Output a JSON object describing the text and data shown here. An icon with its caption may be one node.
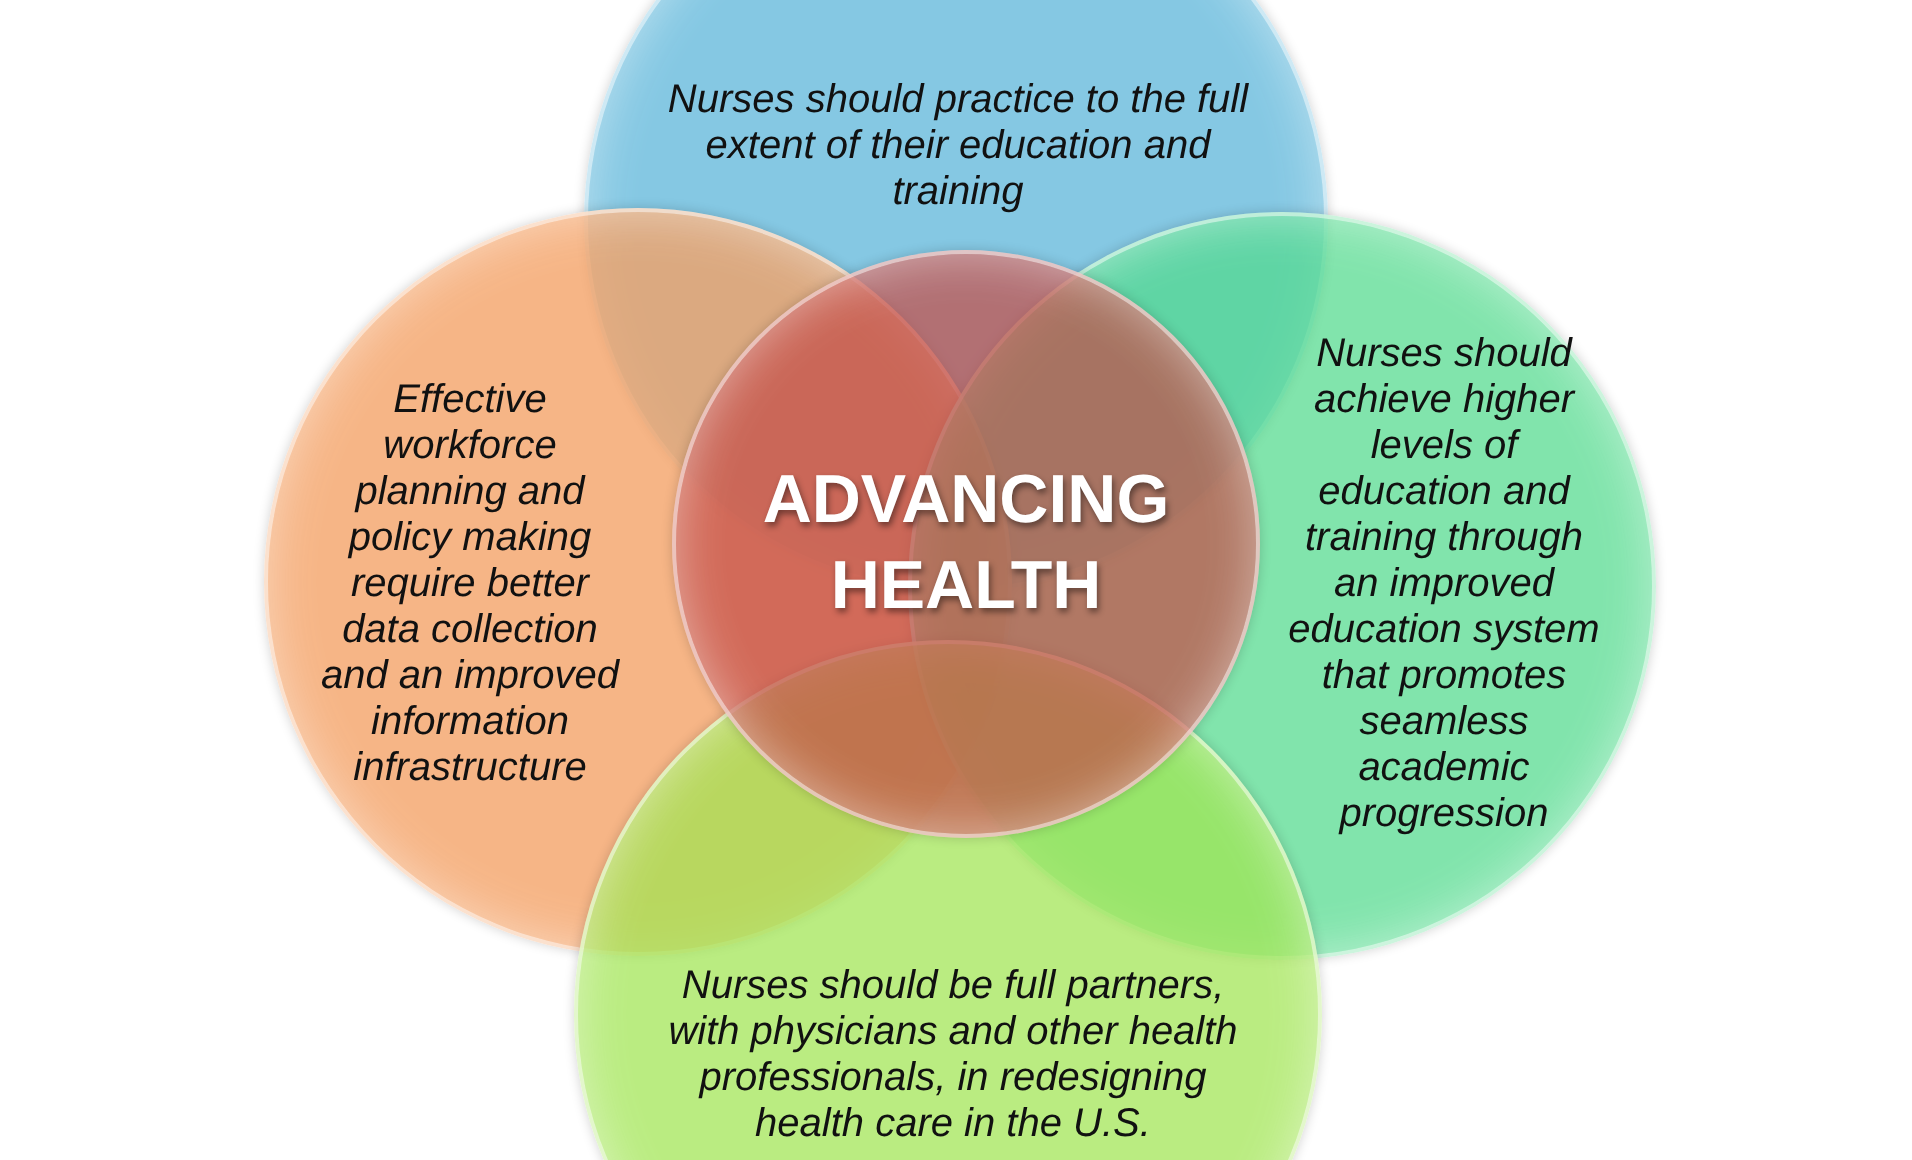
{
  "diagram": {
    "nodes": [
      {
        "text": [
          "Nurses should practice to the full extent of their education and training"
        ]
      },
      {
        "text": [
          "Effective workforce planning and policy making require better data collection and an improved information infrastructure"
        ]
      },
      {
        "text": [
          "ADVANCING HEALTH"
        ]
      },
      {
        "text": [
          "Nurses should achieve higher levels of education and training through an improved education system that promotes seamless academic progression"
        ]
      },
      {
        "text": [
          "Nurses should be full partners, with physicians and other health professionals, in redesigning health care in the U.S."
        ]
      }
    ]
  }
}
